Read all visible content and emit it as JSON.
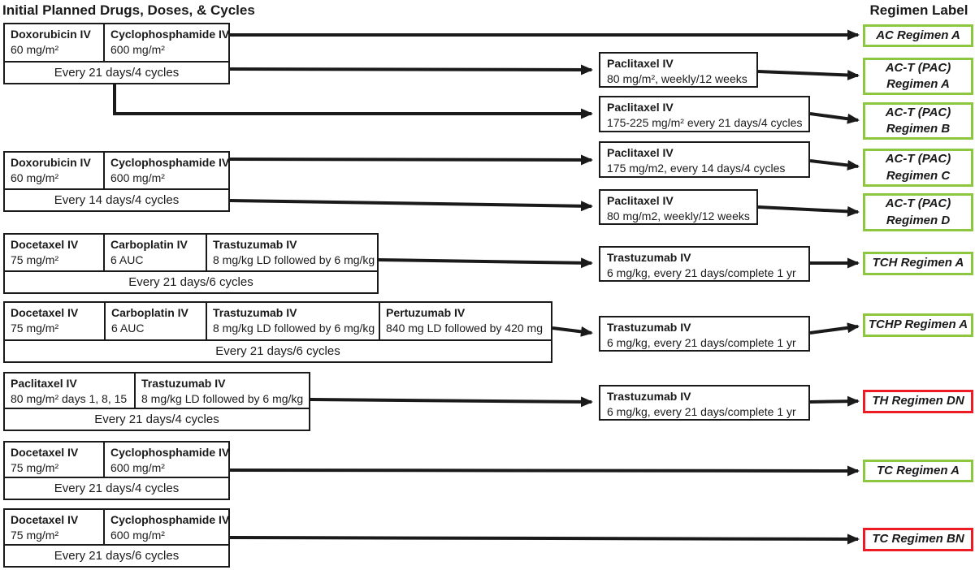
{
  "headers": {
    "left": "Initial Planned Drugs, Doses, & Cycles",
    "right": "Regimen Label"
  },
  "colors": {
    "approved_green": "#8dc63f",
    "flagged_red": "#ed1c24",
    "line_black": "#1a1a1a"
  },
  "groups": [
    {
      "cells": [
        {
          "name": "Doxorubicin IV",
          "dose": "60 mg/m²"
        },
        {
          "name": "Cyclophosphamide IV",
          "dose": "600 mg/m²"
        }
      ],
      "schedule": "Every 21 days/4 cycles"
    },
    {
      "cells": [
        {
          "name": "Doxorubicin IV",
          "dose": "60 mg/m²"
        },
        {
          "name": "Cyclophosphamide IV",
          "dose": "600 mg/m²"
        }
      ],
      "schedule": "Every 14 days/4 cycles"
    },
    {
      "cells": [
        {
          "name": "Docetaxel IV",
          "dose": "75 mg/m²"
        },
        {
          "name": "Carboplatin IV",
          "dose": "6 AUC"
        },
        {
          "name": "Trastuzumab IV",
          "dose": "8 mg/kg LD followed by 6 mg/kg"
        }
      ],
      "schedule": "Every 21 days/6 cycles"
    },
    {
      "cells": [
        {
          "name": "Docetaxel IV",
          "dose": "75 mg/m²"
        },
        {
          "name": "Carboplatin IV",
          "dose": "6 AUC"
        },
        {
          "name": "Trastuzumab IV",
          "dose": "8 mg/kg LD followed by 6 mg/kg"
        },
        {
          "name": "Pertuzumab IV",
          "dose": "840 mg LD followed by 420 mg"
        }
      ],
      "schedule": "Every 21 days/6 cycles"
    },
    {
      "cells": [
        {
          "name": "Paclitaxel IV",
          "dose": "80 mg/m² days 1, 8, 15"
        },
        {
          "name": "Trastuzumab IV",
          "dose": "8 mg/kg LD followed by 6 mg/kg"
        }
      ],
      "schedule": "Every 21 days/4 cycles"
    },
    {
      "cells": [
        {
          "name": "Docetaxel IV",
          "dose": "75 mg/m²"
        },
        {
          "name": "Cyclophosphamide IV",
          "dose": "600 mg/m²"
        }
      ],
      "schedule": "Every 21 days/4 cycles"
    },
    {
      "cells": [
        {
          "name": "Docetaxel IV",
          "dose": "75 mg/m²"
        },
        {
          "name": "Cyclophosphamide IV",
          "dose": "600 mg/m²"
        }
      ],
      "schedule": "Every 21 days/6 cycles"
    }
  ],
  "followups": [
    {
      "name": "Paclitaxel IV",
      "dose": "80 mg/m², weekly/12 weeks"
    },
    {
      "name": "Paclitaxel IV",
      "dose": "175-225 mg/m² every 21 days/4 cycles"
    },
    {
      "name": "Paclitaxel IV",
      "dose": "175 mg/m2, every 14 days/4 cycles"
    },
    {
      "name": "Paclitaxel IV",
      "dose": "80 mg/m2, weekly/12 weeks"
    },
    {
      "name": "Trastuzumab IV",
      "dose": "6 mg/kg, every 21 days/complete 1 yr"
    },
    {
      "name": "Trastuzumab IV",
      "dose": "6 mg/kg, every 21 days/complete 1 yr"
    },
    {
      "name": "Trastuzumab IV",
      "dose": "6 mg/kg, every 21 days/complete 1 yr"
    }
  ],
  "labels": [
    {
      "text": "AC Regimen A",
      "color": "#8dc63f"
    },
    {
      "text": "AC-T (PAC)\nRegimen A",
      "color": "#8dc63f"
    },
    {
      "text": "AC-T (PAC)\nRegimen B",
      "color": "#8dc63f"
    },
    {
      "text": "AC-T (PAC)\nRegimen C",
      "color": "#8dc63f"
    },
    {
      "text": "AC-T (PAC)\nRegimen D",
      "color": "#8dc63f"
    },
    {
      "text": "TCH Regimen A",
      "color": "#8dc63f"
    },
    {
      "text": "TCHP Regimen A",
      "color": "#8dc63f"
    },
    {
      "text": "TH Regimen DN",
      "color": "#ed1c24"
    },
    {
      "text": "TC Regimen A",
      "color": "#8dc63f"
    },
    {
      "text": "TC Regimen BN",
      "color": "#ed1c24"
    }
  ]
}
